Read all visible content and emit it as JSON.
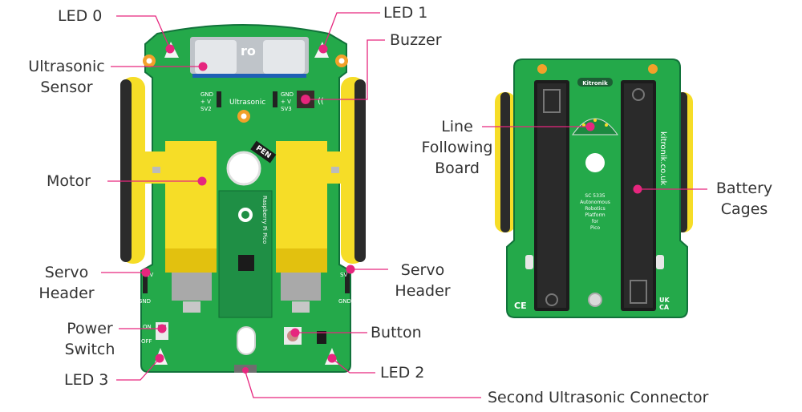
{
  "colors": {
    "pcb": "#24a94a",
    "pcb_dark": "#1b8f3c",
    "pcb_edge": "#11723a",
    "motor": "#f6dd27",
    "motor_dark": "#e2c10f",
    "wheel": "#2b2b2b",
    "callout": "#e6267e",
    "label_text": "#333333",
    "battery": "#1c1c1c",
    "led_ring": "#f2a12a"
  },
  "labels": {
    "led0": "LED 0",
    "led1": "LED 1",
    "ultrasonic": [
      "Ultrasonic",
      "Sensor"
    ],
    "buzzer": "Buzzer",
    "motor": "Motor",
    "line_following": [
      "Line",
      "Following",
      "Board"
    ],
    "battery_cages": [
      "Battery",
      "Cages"
    ],
    "servo_left": [
      "Servo",
      "Header"
    ],
    "servo_right": [
      "Servo",
      "Header"
    ],
    "power_switch": [
      "Power",
      "Switch"
    ],
    "button": "Button",
    "led3": "LED 3",
    "led2": "LED 2",
    "second_ultrasonic": "Second Ultrasonic Connector"
  },
  "board_text": {
    "header_pins_left": [
      "GND",
      "+ V",
      "SV2"
    ],
    "header_pins_right": [
      "GND",
      "+ V",
      "SV3"
    ],
    "ultrasonic_silk": "Ultrasonic",
    "pen": "PEN",
    "servo_left_top": "SV",
    "servo_right_top": "SV",
    "gnd": "GND",
    "on": "ON",
    "off": "OFF",
    "brand": "Kitronik",
    "url": "kitronik.co.uk",
    "product": [
      "SC 5335",
      "Autonomous",
      "Robotics",
      "Platform",
      "for",
      "Pico"
    ],
    "ce": "CE",
    "ukca": [
      "UK",
      "CA"
    ],
    "pico_text": "Raspberry Pi Pico",
    "sensor_text": "ro"
  },
  "icons": [
    "led-icon",
    "buzzer-icon",
    "motor-icon",
    "wheel-icon",
    "battery-icon",
    "switch-icon",
    "button-icon",
    "connector-icon",
    "raspberry-logo-icon",
    "ce-mark-icon",
    "ukca-mark-icon"
  ]
}
